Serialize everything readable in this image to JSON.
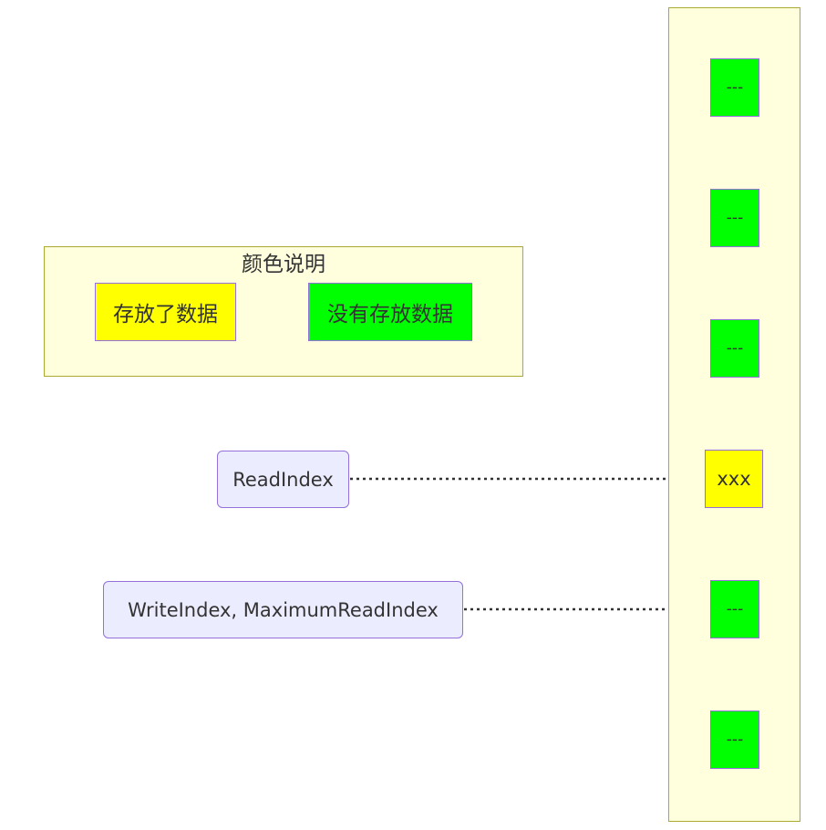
{
  "legend": {
    "title": "颜色说明",
    "stored_label": "存放了数据",
    "empty_label": "没有存放数据",
    "stored_color": "#ffff00",
    "empty_color": "#00ff00"
  },
  "pointers": {
    "read_index": "ReadIndex",
    "write_index": "WriteIndex, MaximumReadIndex"
  },
  "buffer": {
    "slots": [
      {
        "label": "---",
        "state": "empty"
      },
      {
        "label": "---",
        "state": "empty"
      },
      {
        "label": "---",
        "state": "empty"
      },
      {
        "label": "xxx",
        "state": "stored"
      },
      {
        "label": "---",
        "state": "empty"
      },
      {
        "label": "---",
        "state": "empty"
      }
    ]
  },
  "colors": {
    "group_fill": "#ffffde",
    "group_border": "#aaaa33",
    "node_fill": "#ececff",
    "node_border": "#9370db",
    "arrow": "#333333"
  }
}
